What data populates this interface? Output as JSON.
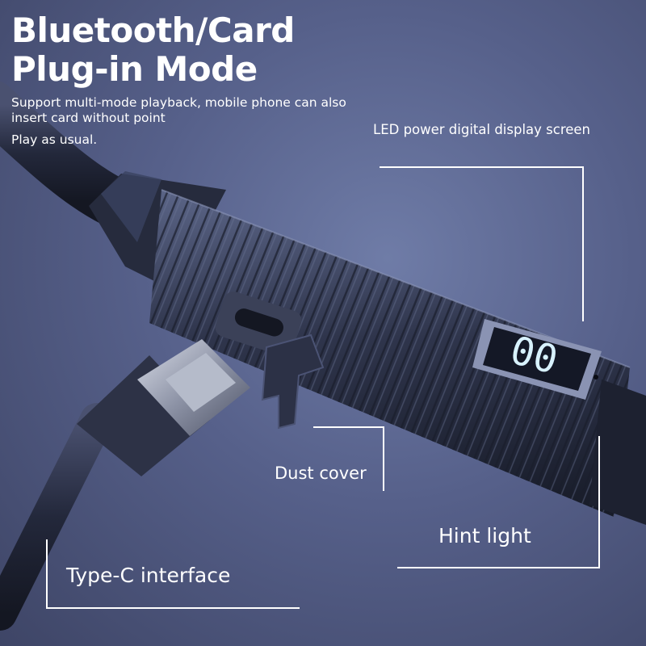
{
  "heading": {
    "line1": "Bluetooth/Card",
    "line2": "Plug-in Mode"
  },
  "description": "Support multi-mode playback, mobile phone can also\ninsert card without point",
  "description_tail": "Play as usual.",
  "callouts": {
    "led_display": "LED power digital display screen",
    "dust_cover": "Dust cover",
    "hint_light": "Hint light",
    "type_c": "Type-C interface"
  },
  "display_digits": "00",
  "colors": {
    "led": "#d8f2ff",
    "background": "#5c6690",
    "device_body": "#2a3045"
  }
}
